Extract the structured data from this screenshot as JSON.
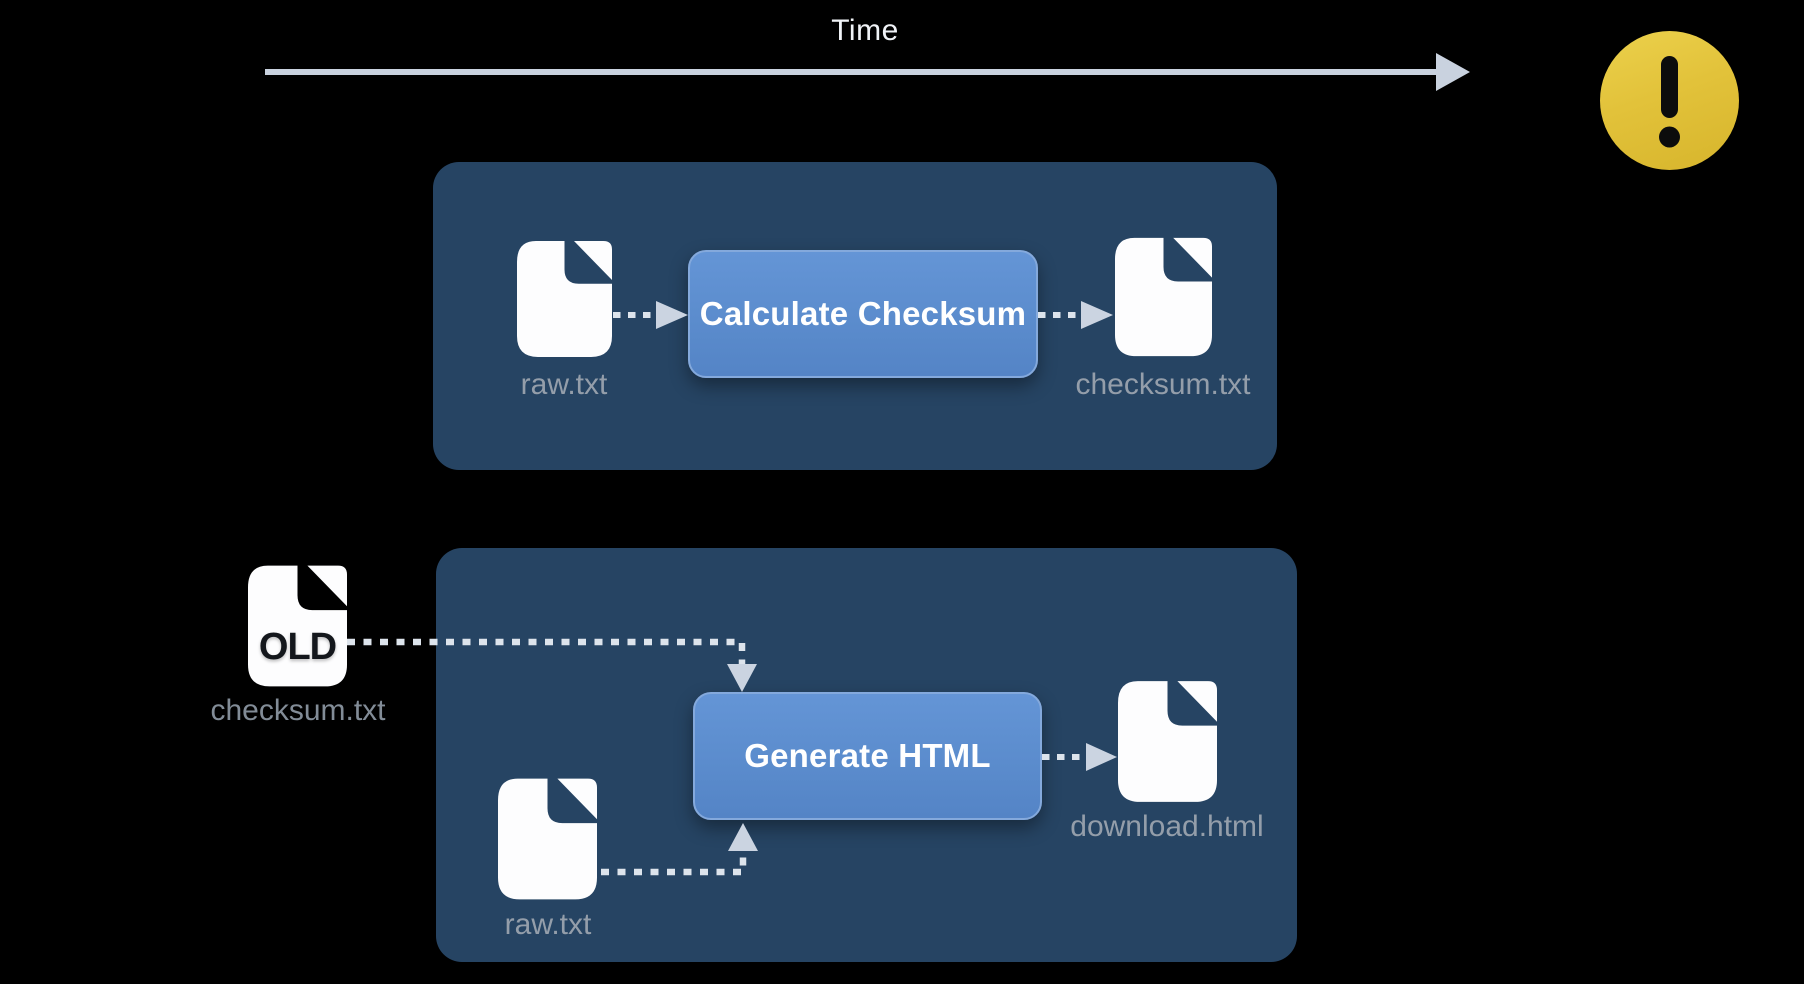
{
  "timeline": {
    "label": "Time"
  },
  "alert": {
    "icon": "exclamation-warning",
    "color": "#e2c23a"
  },
  "colors": {
    "background": "#000000",
    "panel": "#264463",
    "process_button": "#5b8ccd",
    "process_button_border": "#84a9dc",
    "connector": "#dde4ec",
    "arrowhead": "#cbd4e1",
    "file_label": "#949eaa",
    "outside_file_label": "#828c97"
  },
  "stage1": {
    "input_file": "raw.txt",
    "process_label": "Calculate Checksum",
    "output_file": "checksum.txt"
  },
  "stage2": {
    "old_file_badge": "OLD",
    "old_file_label": "checksum.txt",
    "input_file": "raw.txt",
    "process_label": "Generate HTML",
    "output_file": "download.html"
  }
}
